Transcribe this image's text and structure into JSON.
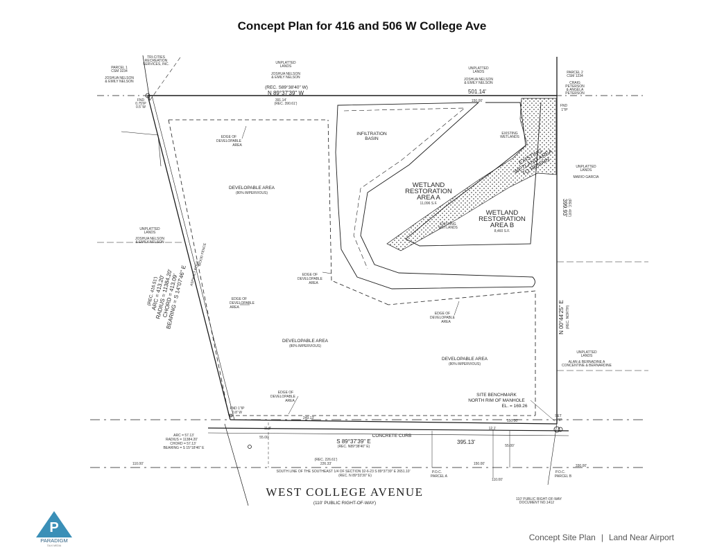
{
  "title": "Concept Plan for 416 and 506 W College Ave",
  "labels": {
    "infiltration_basin": [
      "INFILTRATION",
      "BASIN"
    ],
    "wetland_a": [
      "WETLAND",
      "RESTORATION",
      "AREA A",
      "11,096 S.F."
    ],
    "wetland_b": [
      "WETLAND",
      "RESTORATION",
      "AREA B",
      "8,460 S.F."
    ],
    "existing_wetland_remain": [
      "EXISTING",
      "WETLAND AREA",
      "TO REMAIN"
    ],
    "existing_wetlands": [
      "EXISTING",
      "WETLANDS"
    ],
    "developable_area": [
      "DEVELOPABLE AREA",
      "(80% IMPERVIOUS)"
    ],
    "edge_of_developable": [
      "EDGE OF",
      "DEVELOPABLE",
      "AREA"
    ],
    "north_bearing": "N 89°37'39\" W",
    "north_record": "(REC. S89°38'40\" W)",
    "north_dist": "501.14'",
    "north_sub_dist": "391.14'",
    "north_sub_rec": "(REC. 390.61')",
    "east_dist": "399.93'",
    "east_rec": "(REC. 400')",
    "east_bearing": "N 00°44'25\" E",
    "east_bearing_rec": "(REC. NORTH)",
    "south_bearing": "S 89°37'39\" E",
    "south_rec": "(REC. N89°38'40\" E)",
    "south_dist": "395.13'",
    "south_rec2": "(REC. 226.61')",
    "south_dist2": "226.33'",
    "concrete_curb": "CONCRETE CURB",
    "curve_data": [
      "(REC. 416.51')",
      "ARC = 413.20'",
      "RADIUS = 11384.20'",
      "CHORD = 413.09'",
      "BEARING = S 14°07'46\" E"
    ],
    "curve_data_small": [
      "ARC = 57.13'",
      "RADIUS = 11384.20'",
      "CHORD = 57.13'",
      "BEARING = S 15°18'46\" E"
    ],
    "asphalt_edge": "ASPHALT EDGE",
    "wood_fence": "WOOD FENCE",
    "benchmark": [
      "SITE BENCHMARK",
      "NORTH RIM OF MANHOLE",
      "EL. = 169.26"
    ],
    "fnd_ip_sw": [
      "FND 1\"IP",
      "0.8' W"
    ],
    "fnd_nw": [
      "FND",
      "0.75'IP",
      "0.5' W"
    ],
    "fnd_ne": [
      "FND",
      "1\"IP"
    ],
    "set_ip": [
      "SET",
      "1\"IP"
    ],
    "dist_249": "249.13'",
    "dist_150": "150.00'",
    "dist_150b": "150.00'",
    "dist_330": "330.00'",
    "dist_110": "110.00'",
    "dist_110b": "110.00'",
    "dist_5500": "55.00'",
    "dist_5500b": "55.00'",
    "dist_118": "11.8'",
    "dist_121": "12.1'",
    "poc_a": [
      "P.O.C.",
      "PARCEL A"
    ],
    "poc_b": [
      "P.O.C.",
      "PARCEL B"
    ],
    "section_line": "SOUTH LINE OF THE SOUTHEAST 1/4 OF SECTION 32-6-23 S 89°37'39\" E 2651.10'",
    "section_line_rec": "(REC. N 89°33'30\" E)",
    "street": "WEST COLLEGE AVENUE",
    "row": "(110' PUBLIC RIGHT-OF-WAY)",
    "row_doc": [
      "110' PUBLIC RIGHT-OF-WAY",
      "DOCUMENT NO.1412"
    ],
    "neighbors": {
      "parcel1": [
        "PARCEL 1",
        "CSM 3234"
      ],
      "joshua_top_left": [
        "JOSHUA NELSON",
        "& EMILY NELSON"
      ],
      "tri_cities": [
        "TRI-CITIES",
        "RECREATION",
        "SERVICES, INC."
      ],
      "unplatted_top": [
        "UNPLATTED",
        "LANDS"
      ],
      "joshua_top": [
        "JOSHUA NELSON",
        "& EMILY NELSON"
      ],
      "unplatted_top_right": [
        "UNPLATTED",
        "LANDS"
      ],
      "joshua_top_right": [
        "JOSHUA NELSON",
        "& EMILY NELSON"
      ],
      "parcel2": [
        "PARCEL 2",
        "CSM 1234"
      ],
      "parcel2_owner": [
        "CRAIG",
        "PETERSON",
        "& ANGELA",
        "PETERSON"
      ],
      "unplatted_right": [
        "UNPLATTED",
        "LANDS"
      ],
      "mario_garcia": "MARIO GARCIA",
      "unplatted_left": [
        "UNPLATTED",
        "LANDS"
      ],
      "joshua_left": [
        "JOSHUA NELSON",
        "& EMILY NELSON"
      ],
      "unplatted_low_right": [
        "UNPLATTED",
        "LANDS"
      ],
      "alan_bernard": [
        "ALAN & BERNADINE A",
        "CONCENTINE & BERNARDINE"
      ]
    }
  },
  "logo_text": "PARADIGM",
  "logo_sub": "TALK MEDIA",
  "footer": {
    "left": "Concept Site Plan",
    "right": "Land Near Airport"
  },
  "colors": {
    "line": "#1a1a1a",
    "logo_blue": "#3a8fb7",
    "footer_text": "#555555"
  }
}
